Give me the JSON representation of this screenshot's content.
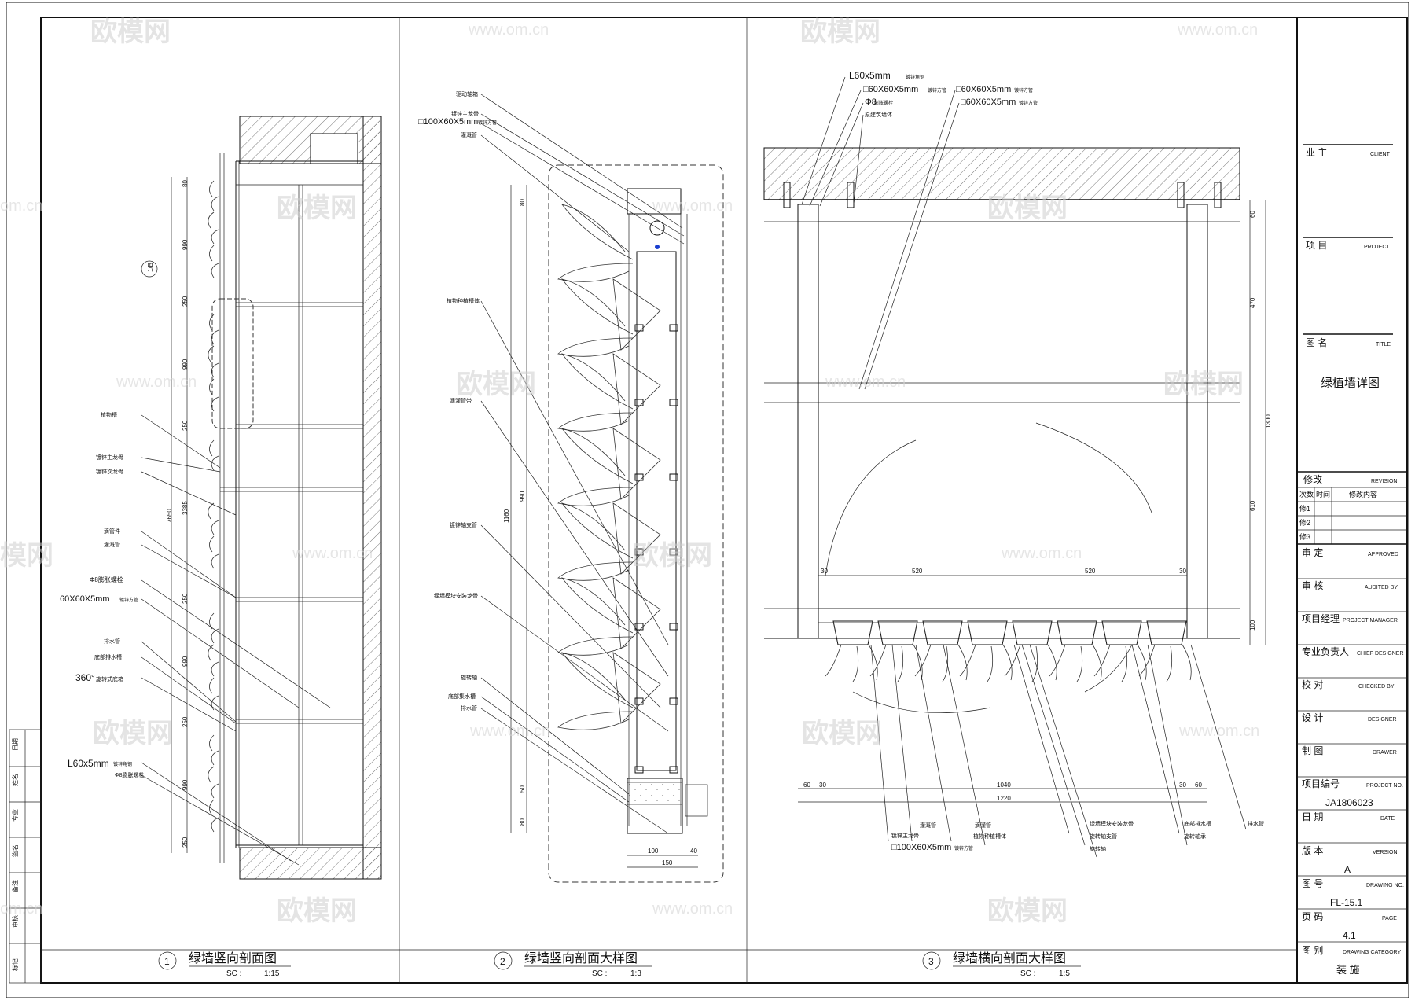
{
  "watermark": {
    "brand": "欧模网",
    "url": "www.om.cn",
    "url_partial": "om.cn",
    "brand_partial": "模网"
  },
  "views": [
    {
      "number": "1",
      "title": "绿墙竖向剖面图",
      "scale_label": "SC :",
      "scale": "1:15"
    },
    {
      "number": "2",
      "title": "绿墙竖向剖面大样图",
      "scale_label": "SC :",
      "scale": "1:3"
    },
    {
      "number": "3",
      "title": "绿墙横向剖面大样图",
      "scale_label": "SC :",
      "scale": "1:5"
    }
  ],
  "view1": {
    "labels": [
      "植物槽",
      "镀锌主龙骨",
      "镀锌次龙骨",
      "滴管件",
      "灌溉管",
      "Φ8膨胀螺栓",
      "60X60X5mm",
      "镀锌方管",
      "排水管",
      "底部排水槽",
      "360°",
      "旋转式底箱",
      "L60x5mm",
      "镀锌角钢",
      "Φ8膨胀螺栓"
    ],
    "dims": [
      "80",
      "990",
      "250",
      "990",
      "250",
      "3385",
      "7650",
      "250",
      "990",
      "250",
      "990",
      "250"
    ],
    "axis": "1/B"
  },
  "view2": {
    "labels": [
      "驱动轴箱",
      "镀锌主龙骨",
      "□100X60X5mm",
      "镀锌方管",
      "灌溉管",
      "植物种植槽体",
      "滴灌管带",
      "镀锌轴支管",
      "绿墙模块安装龙骨",
      "旋转轴",
      "底部集水槽",
      "排水管"
    ],
    "dims_v": [
      "80",
      "1160",
      "990",
      "50",
      "80"
    ],
    "dims_h": [
      "100",
      "40",
      "150"
    ]
  },
  "view3": {
    "labels": [
      "L60x5mm",
      "镀锌角钢",
      "□60X60X5mm",
      "镀锌方管",
      "Φ8",
      "膨胀螺栓",
      "原建筑墙体",
      "□60X60X5mm",
      "镀锌方管",
      "□60X60X5mm",
      "镀锌方管",
      "镀锌主龙骨",
      "□100X60X5mm",
      "镀锌方管",
      "灌溉管",
      "滴灌管",
      "植物种植槽体",
      "绿墙模块安装龙骨",
      "旋转轴支管",
      "旋转轴",
      "底部排水槽",
      "旋转轴承",
      "排水管"
    ],
    "dims_top": [
      "30",
      "520",
      "520",
      "30"
    ],
    "dims_v": [
      "60",
      "470",
      "1300",
      "610",
      "100"
    ],
    "dims_bottom": [
      "60",
      "30",
      "1040",
      "30",
      "60",
      "1220"
    ]
  },
  "title_block": {
    "client": {
      "cn": "业 主",
      "en": "CLIENT"
    },
    "project": {
      "cn": "项 目",
      "en": "PROJECT"
    },
    "title": {
      "cn": "图 名",
      "en": "TITLE",
      "value": "绿植墙详图"
    },
    "revision": {
      "cn": "修改",
      "en": "REVISION",
      "cols": [
        "次数",
        "时间",
        "修改内容"
      ],
      "rows": [
        "修1",
        "修2",
        "修3"
      ]
    },
    "fields": [
      {
        "cn": "审 定",
        "en": "APPROVED"
      },
      {
        "cn": "审 核",
        "en": "AUDITED BY"
      },
      {
        "cn": "项目经理",
        "en": "PROJECT MANAGER"
      },
      {
        "cn": "专业负责人",
        "en": "CHIEF DESIGNER"
      },
      {
        "cn": "校 对",
        "en": "CHECKED BY"
      },
      {
        "cn": "设 计",
        "en": "DESIGNER"
      },
      {
        "cn": "制 图",
        "en": "DRAWER"
      }
    ],
    "project_no": {
      "cn": "项目编号",
      "en": "PROJECT NO.",
      "value": "JA1806023"
    },
    "date": {
      "cn": "日 期",
      "en": "DATE"
    },
    "version": {
      "cn": "版 本",
      "en": "VERSION",
      "value": "A"
    },
    "drawing_no": {
      "cn": "图 号",
      "en": "DRAWING NO.",
      "value": "FL-15.1"
    },
    "page": {
      "cn": "页 码",
      "en": "PAGE",
      "value": "4.1"
    },
    "category": {
      "cn": "图 别",
      "en": "DRAWING CATEGORY",
      "value": "装 施"
    }
  },
  "left_strip": [
    "日期",
    "姓名",
    "专业",
    "签名",
    "备注",
    "审核",
    "标记"
  ]
}
